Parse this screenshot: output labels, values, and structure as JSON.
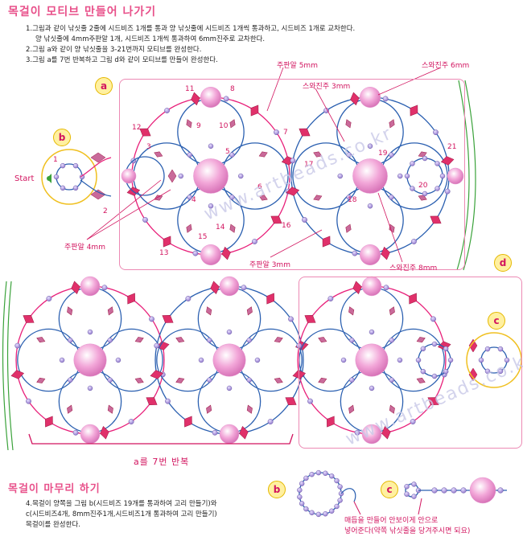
{
  "title": "목걸이 모티브 만들어 나가기",
  "steps": [
    "1.그림과 같이 낚싯줄 2줄에 시드비즈 1개를 통과 양 낚싯줄에 시드비즈 1개씩 통과하고, 시드비즈 1개로 교차한다.",
    "양 낚싯줄에 4mm주판알 1개, 시드비즈 1개씩 통과하여 6mm진주로 교차한다.",
    "2.그림 a와 같이 양 낚싯줄을 3-21번까지 모티브를 완성한다.",
    "3.그림 a를 7번 반복하고 그림 d와 같이 모티브를 만들어 완성한다."
  ],
  "circle_labels": {
    "a": "a",
    "b": "b",
    "c": "c",
    "d": "d"
  },
  "start_label": "Start",
  "bead_labels": {
    "abacus5": "주판알 5mm",
    "pearl6": "스와진주 6mm",
    "pearl3": "스와진주 3mm",
    "abacus4": "주판알 4mm",
    "abacus3": "주판알 3mm",
    "pearl8": "스와진주 8mm"
  },
  "step_numbers": [
    "1",
    "2",
    "3",
    "4",
    "5",
    "6",
    "7",
    "8",
    "9",
    "10",
    "11",
    "12",
    "13",
    "14",
    "15",
    "16",
    "17",
    "18",
    "19",
    "20",
    "21"
  ],
  "repeat_label": "a를 7번 반복",
  "watermark": "www.artbeads.co.kr",
  "finish": {
    "title": "목걸이 마무리 하기",
    "lines": [
      "4.목걸이 양쪽을 그림 b(시드비즈 19개를 통과하여 고리 만들기)와",
      "c(시드비즈4개, 8mm진주1개,시드비즈1개 통과하여 고리 만들기)",
      "목걸이를 완성한다."
    ],
    "note": [
      "매듭을 만들어 안보이게 안으로",
      "넣어준다(약쪽 낚싯줄을 당겨주시면 되요)"
    ]
  },
  "colors": {
    "pink_line": "#e8207a",
    "blue_line": "#2a5fb0",
    "bead_red": "#e0306a",
    "bead_purple": "#8a70c8",
    "pearl": "#f2a6d8",
    "green_line": "#3aa23a"
  }
}
